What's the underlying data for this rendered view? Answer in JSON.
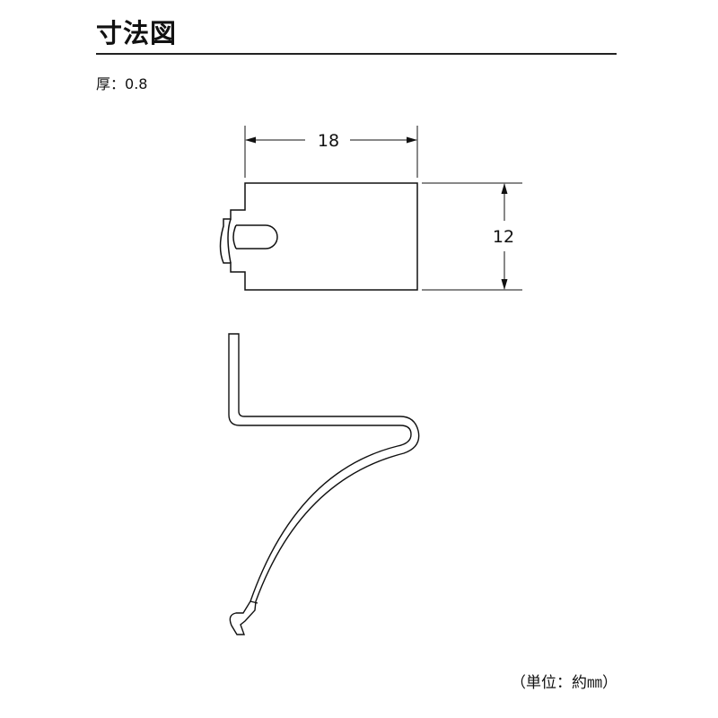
{
  "header": {
    "title": "寸法図"
  },
  "specs": {
    "thickness_label": "厚",
    "thickness_value": "0.8"
  },
  "dimensions": {
    "width": "18",
    "height": "12"
  },
  "footer": {
    "unit_note": "（単位：約㎜）"
  }
}
